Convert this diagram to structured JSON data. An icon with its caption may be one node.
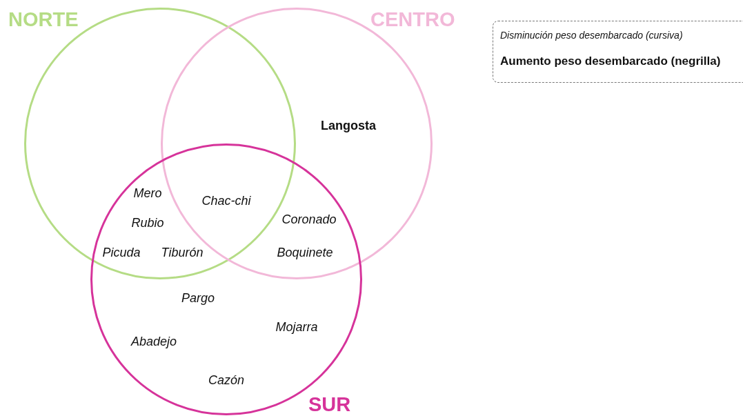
{
  "diagram": {
    "nodes": [
      {
        "text": [
          "NORTE"
        ]
      },
      {
        "text": [
          "CENTRO"
        ]
      },
      {
        "text": [
          "SUR"
        ]
      }
    ],
    "edges": [],
    "labels": [
      "Langosta",
      "Mero",
      "Chac-chi",
      "Rubio",
      "Coronado",
      "Picuda",
      "Tiburón",
      "Boquinete",
      "Pargo",
      "Mojarra",
      "Abadejo",
      "Cazón"
    ],
    "legend": [
      {
        "text": "Disminución peso desembarcado (cursiva)"
      },
      {
        "text": "Aumento peso desembarcado (negrilla)"
      }
    ]
  }
}
